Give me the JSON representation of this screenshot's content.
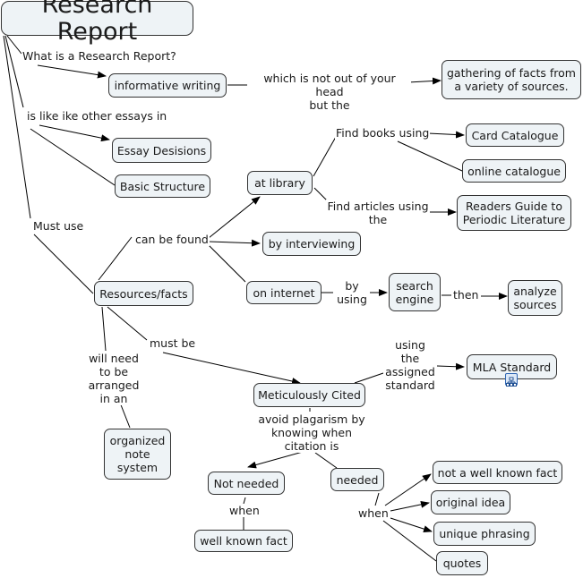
{
  "map": {
    "root": "Research Report",
    "nodes": {
      "informative_writing": "informative writing",
      "gathering_facts": "gathering of facts from\na variety of sources.",
      "essay_desisions": "Essay Desisions",
      "basic_structure": "Basic Structure",
      "resources_facts": "Resources/facts",
      "at_library": "at library",
      "by_interviewing": "by interviewing",
      "on_internet": "on internet",
      "card_catalogue": "Card Catalogue",
      "online_catalogue": "online catalogue",
      "readers_guide": "Readers Guide to\nPeriodic Literature",
      "search_engine": "search\nengine",
      "analyze_sources": "analyze\nsources",
      "meticulously_cited": "Meticulously Cited",
      "mla_standard": "MLA Standard",
      "organized_note_system": "organized\nnote\nsystem",
      "not_needed": "Not needed",
      "needed": "needed",
      "well_known_fact": "well known fact",
      "not_well_known_fact": "not a well known fact",
      "original_idea": "original idea",
      "unique_phrasing": "unique phrasing",
      "quotes": "quotes"
    },
    "links": {
      "what_is": "What is a Research Report?",
      "which_is_not": "which is not out of your head\nbut the",
      "is_like": "is like ike other essays in",
      "must_use": "Must use",
      "can_be_found": "can be found",
      "find_books": "Find books using",
      "find_articles": "Find articles using\nthe",
      "by_using": "by\nusing",
      "then": "then",
      "must_be": "must be",
      "will_need": "will need\nto be\narranged\nin an",
      "using_standard": "using\nthe\nassigned\nstandard",
      "avoid_plagarism": "avoid plagarism by\nknowing when\ncitation is",
      "when_not_needed": "when",
      "when_needed": "when"
    },
    "icons": {
      "submap": "submap-icon"
    },
    "colors": {
      "node_fill": "#eef3f6",
      "node_border": "#333333",
      "line": "#000000"
    }
  }
}
